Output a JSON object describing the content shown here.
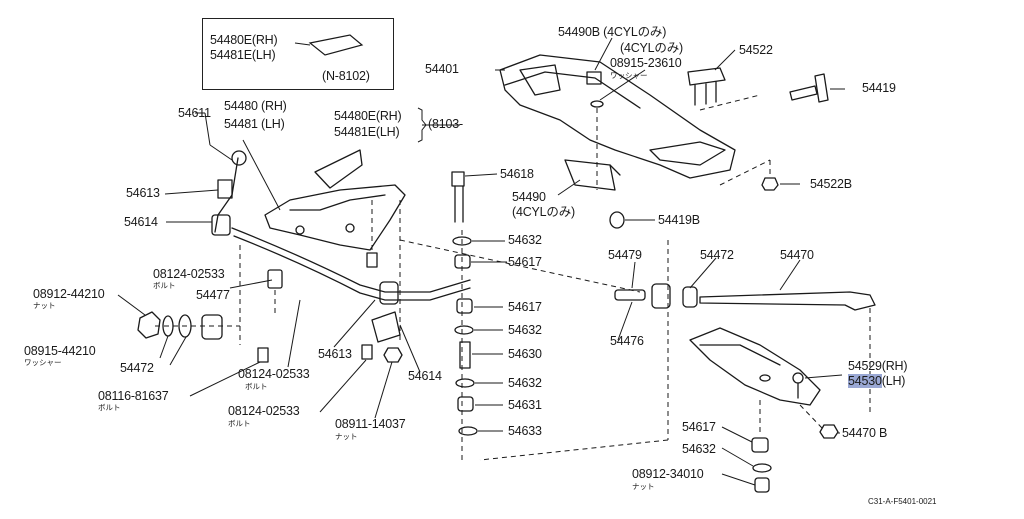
{
  "diagram": {
    "inset": {
      "l1": "54480E(RH)",
      "l2": "54481E(LH)",
      "note": "(N-8102)"
    },
    "labels": {
      "p54401": "54401",
      "p54490B": "54490B (4CYLのみ)",
      "p4cyl": "(4CYLのみ)",
      "p08915_23610": "08915-23610",
      "washer1": "ワッシャー",
      "p54522": "54522",
      "p54419": "54419",
      "p54611": "54611",
      "p54480": "54480 (RH)",
      "p54481": "54481 (LH)",
      "p54480E": "54480E(RH)",
      "p54481E": "54481E(LH)",
      "p8103": "(8103-",
      "p54618": "54618",
      "p54490": "54490",
      "p54490sub": "(4CYLのみ)",
      "p54419B": "54419B",
      "p54522B": "54522B",
      "p54613a": "54613",
      "p54614a": "54614",
      "p54632a": "54632",
      "p54617a": "54617",
      "p54479": "54479",
      "p54472a": "54472",
      "p54470": "54470",
      "p08124a": "08124-02533",
      "bolt1": "ボルト",
      "p08912a": "08912-44210",
      "nut1": "ナット",
      "p54477": "54477",
      "p54617b": "54617",
      "p54632b": "54632",
      "p54476": "54476",
      "p08915b": "08915-44210",
      "washer2": "ワッシャー",
      "p54613b": "54613",
      "p54614b": "54614",
      "p54630": "54630",
      "p54472b": "54472",
      "p54529": "54529(RH)",
      "p54530": "54530",
      "p54530lh": "(LH)",
      "p08124b": "08124-02533",
      "bolt2": "ボルト",
      "p54632c": "54632",
      "p08116": "08116-81637",
      "bolt3": "ボルト",
      "p54631": "54631",
      "p08124c": "08124-02533",
      "bolt4": "ボルト",
      "p08911": "08911-14037",
      "nut2": "ナット",
      "p54633": "54633",
      "p54617c": "54617",
      "p54470B": "54470 B",
      "p54632d": "54632",
      "p08912b": "08912-34010",
      "nut3": "ナット",
      "code": "C31-A-F5401-0021"
    }
  },
  "colors": {
    "ink": "#1a1a1a",
    "highlight": "#9aa8d4"
  }
}
